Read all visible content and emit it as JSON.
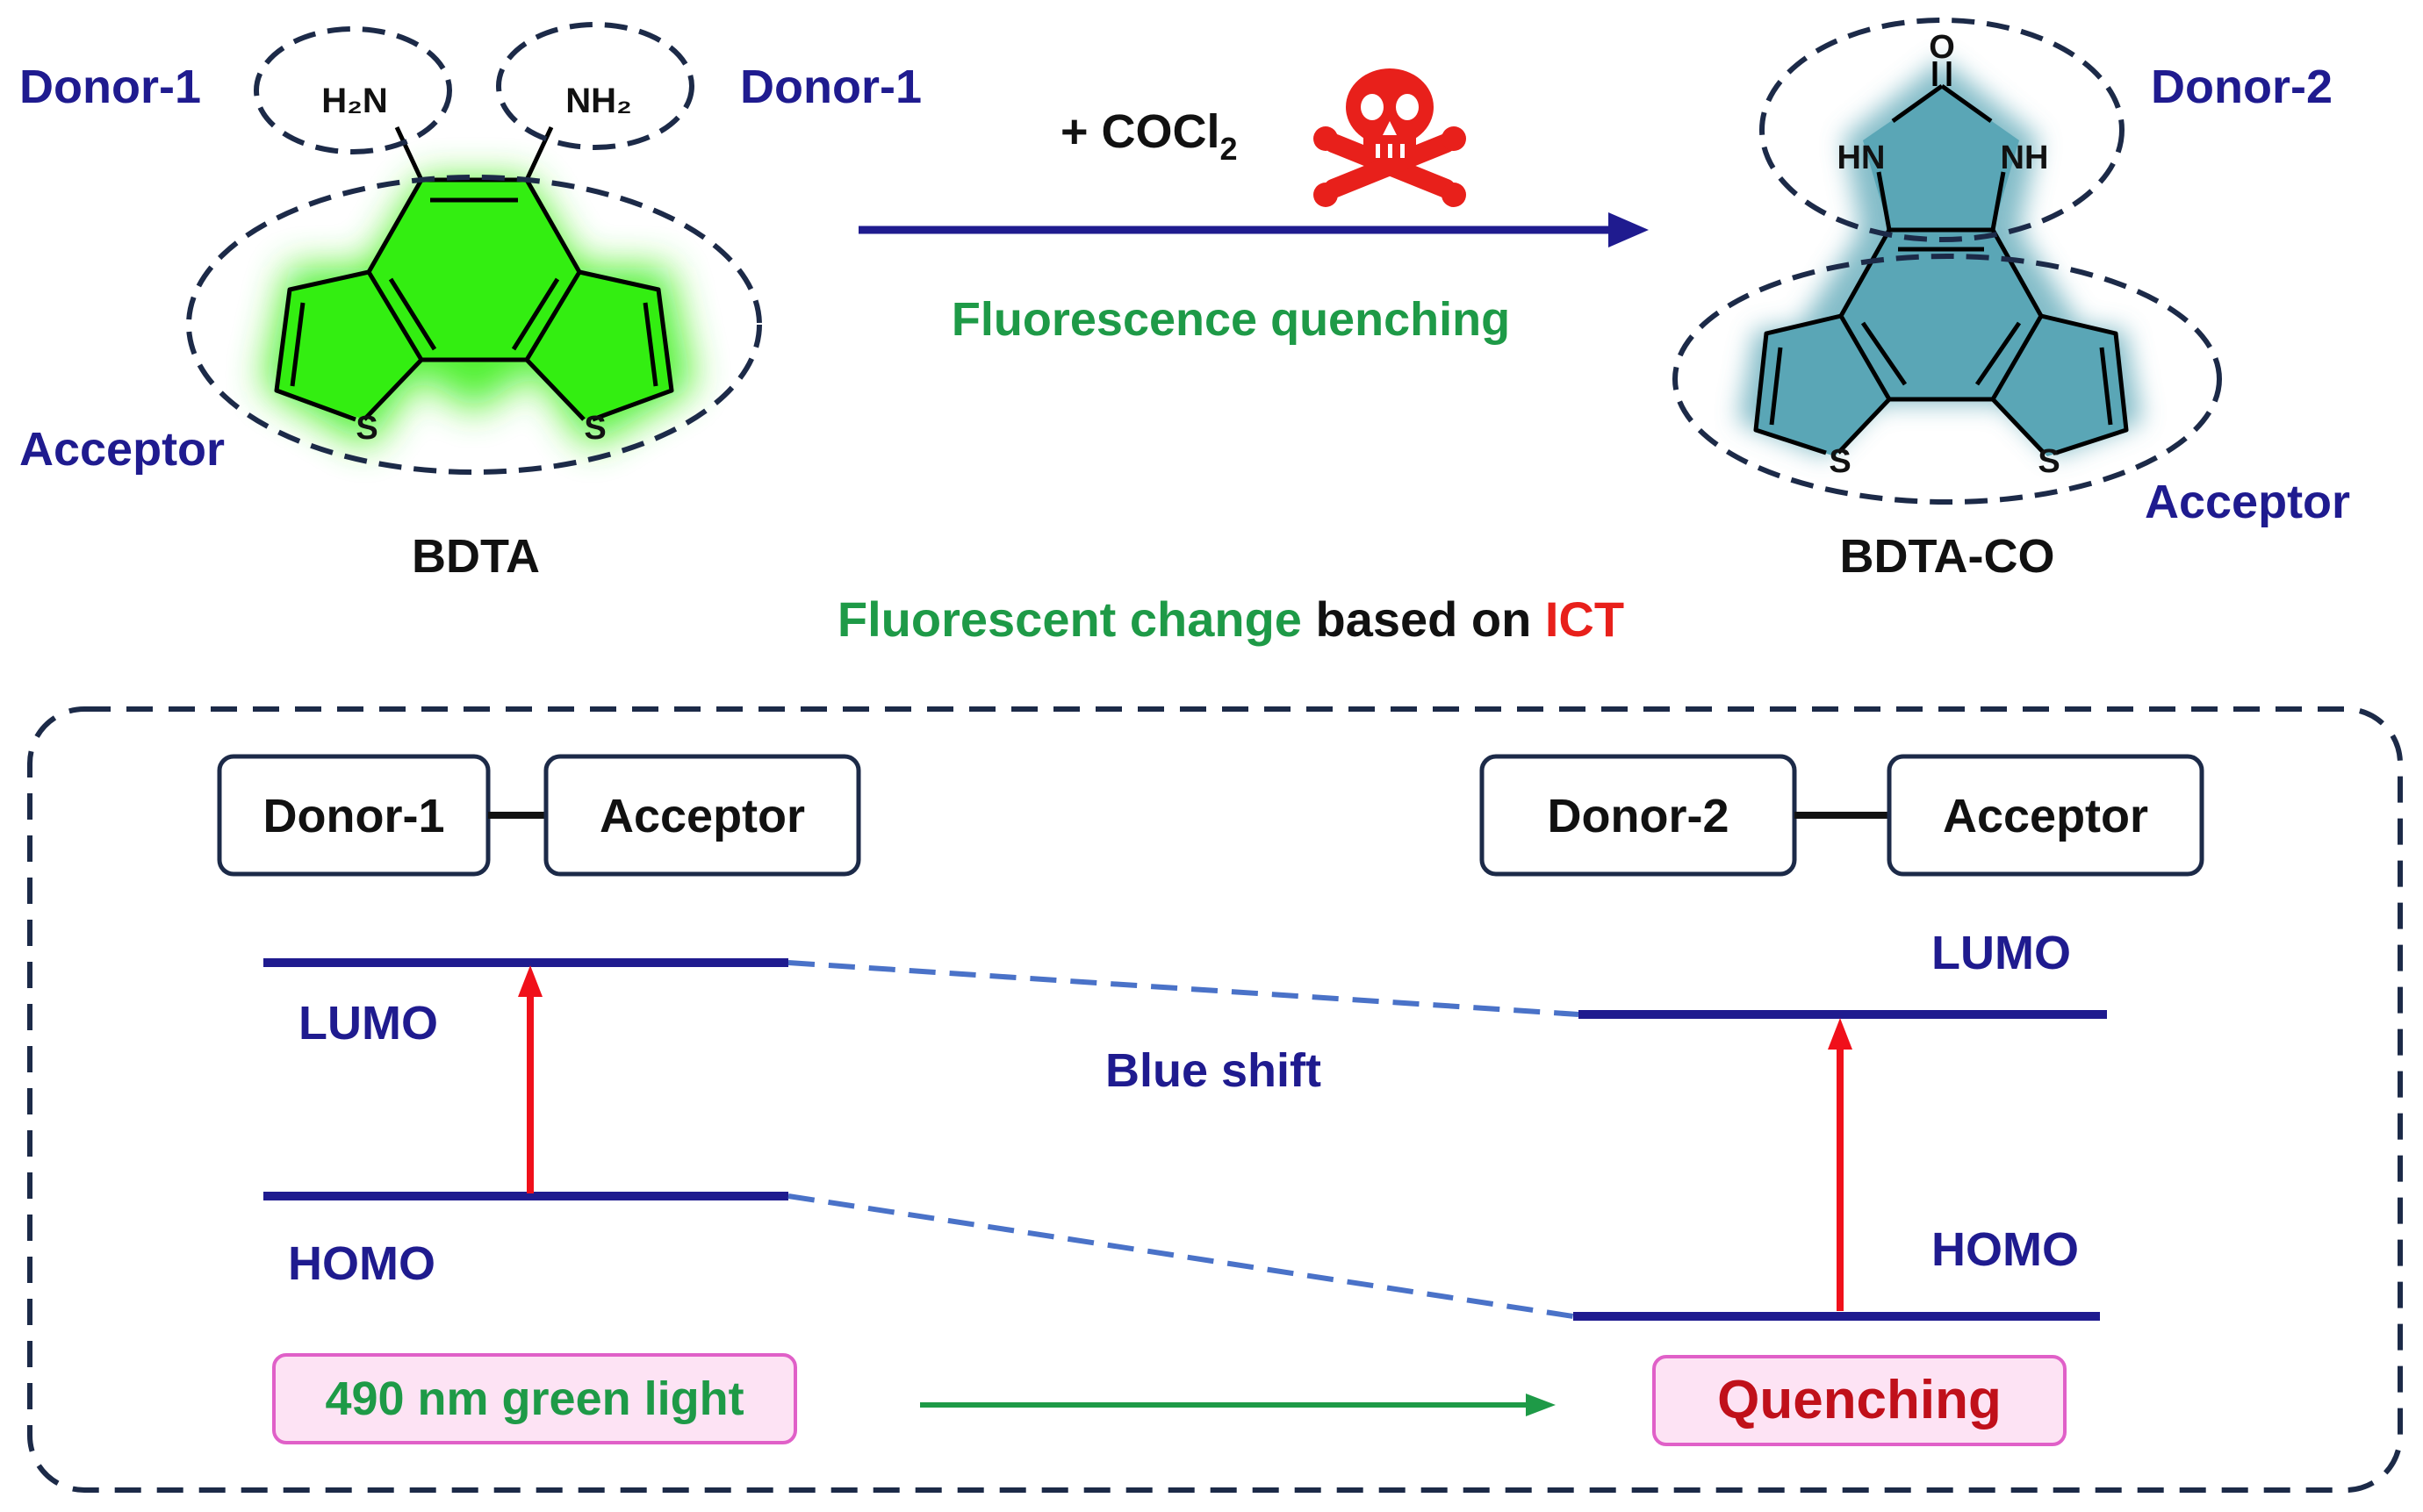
{
  "top": {
    "left_molecule": {
      "name": "BDTA",
      "donor_label_left": "Donor-1",
      "donor_label_right": "Donor-1",
      "acceptor_label": "Acceptor",
      "amine_left": "H₂N",
      "amine_right": "NH₂",
      "sulfur_left": "S",
      "sulfur_right": "S",
      "glow_color": "#33ee11"
    },
    "reaction": {
      "reagent": "+ COCl",
      "reagent_subscript": "2",
      "effect": "Fluorescence quenching",
      "hazard_icon": "skull-crossbones-icon"
    },
    "right_molecule": {
      "name": "BDTA-CO",
      "donor_label": "Donor-2",
      "acceptor_label": "Acceptor",
      "oxygen": "O",
      "nh_left": "HN",
      "nh_right": "NH",
      "sulfur_left": "S",
      "sulfur_right": "S",
      "glow_color": "#5aa6b6"
    },
    "caption": {
      "part1": "Fluorescent change",
      "part2": " based on ",
      "part3": "ICT"
    }
  },
  "panel": {
    "left_pair": {
      "donor": "Donor-1",
      "acceptor": "Acceptor"
    },
    "right_pair": {
      "donor": "Donor-2",
      "acceptor": "Acceptor"
    },
    "left_levels": {
      "lumo": "LUMO",
      "homo": "HOMO"
    },
    "right_levels": {
      "lumo": "LUMO",
      "homo": "HOMO"
    },
    "shift_label": "Blue shift",
    "left_emission": "490 nm green light",
    "right_emission": "Quenching"
  },
  "colors": {
    "navy": "#1f1b8f",
    "green_text": "#1e9a47",
    "red": "#e8201b",
    "dashed_connector": "#4a72c8",
    "pink_box": "#fde3f4",
    "pink_border": "#e060c8"
  }
}
